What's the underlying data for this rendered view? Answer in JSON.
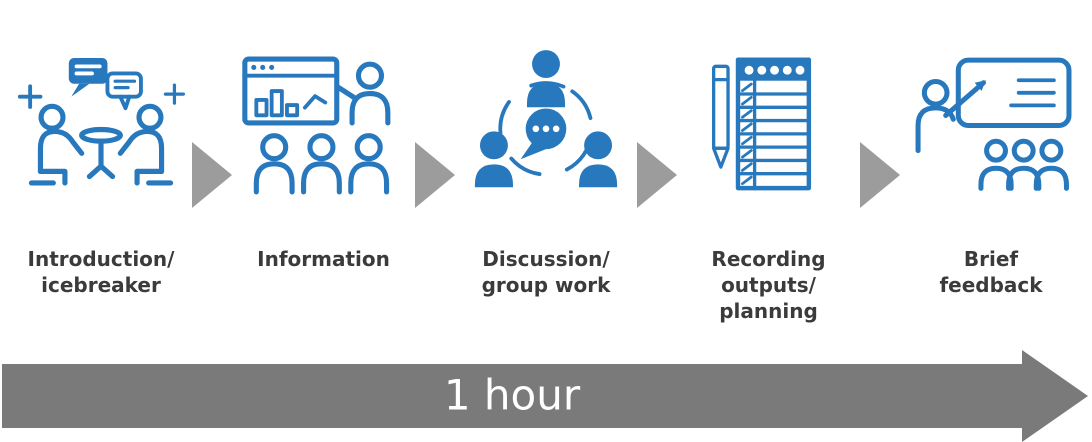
{
  "stages": [
    {
      "label": "Introduction/\nicebreaker",
      "icon": "two-people-table-chat-icon"
    },
    {
      "label": "Information",
      "icon": "presentation-screen-audience-icon"
    },
    {
      "label": "Discussion/\ngroup work",
      "icon": "group-discussion-bubble-icon"
    },
    {
      "label": "Recording\noutputs/\nplanning",
      "icon": "notepad-pencil-icon"
    },
    {
      "label": "Brief\nfeedback",
      "icon": "presenter-whiteboard-audience-icon"
    }
  ],
  "separator": {
    "icon": "right-arrow-triangle"
  },
  "timeline": {
    "label": "1 hour",
    "icon": "right-arrow-bar"
  },
  "colors": {
    "icon_blue": "#2878BD",
    "separator_gray": "#9C9C9C",
    "timeline_gray": "#7A7A7A",
    "label_text": "#3B3B3B",
    "timeline_text": "#FFFFFF"
  }
}
